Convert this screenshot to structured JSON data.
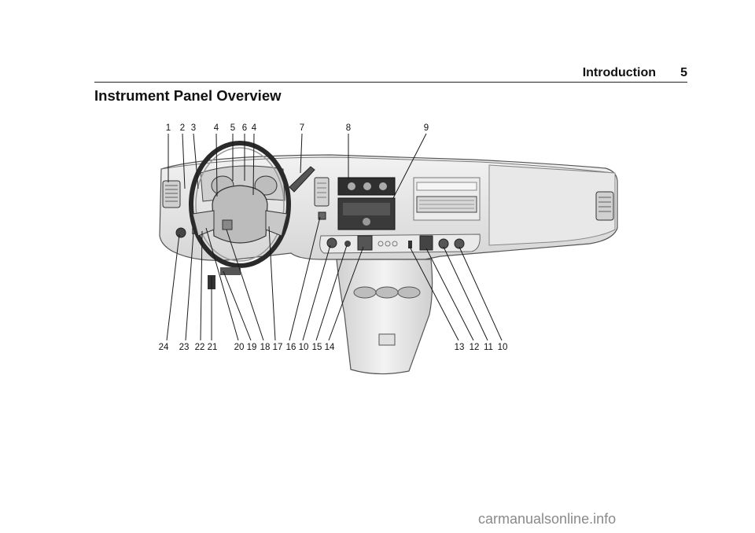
{
  "header": {
    "section": "Introduction",
    "page": "5"
  },
  "title": "Instrument Panel Overview",
  "callouts_top": [
    "1",
    "2",
    "3",
    "4",
    "5",
    "6",
    "4",
    "7",
    "8",
    "9"
  ],
  "callouts_bottom": [
    "24",
    "23",
    "22",
    "21",
    "20",
    "19",
    "18",
    "17",
    "16",
    "10",
    "15",
    "14",
    "13",
    "12",
    "11",
    "10"
  ],
  "watermark": "carmanualsonline.info",
  "colors": {
    "line": "#1a1a1a",
    "panel": "#e4e4e4",
    "shadow": "#c8c8c8"
  }
}
